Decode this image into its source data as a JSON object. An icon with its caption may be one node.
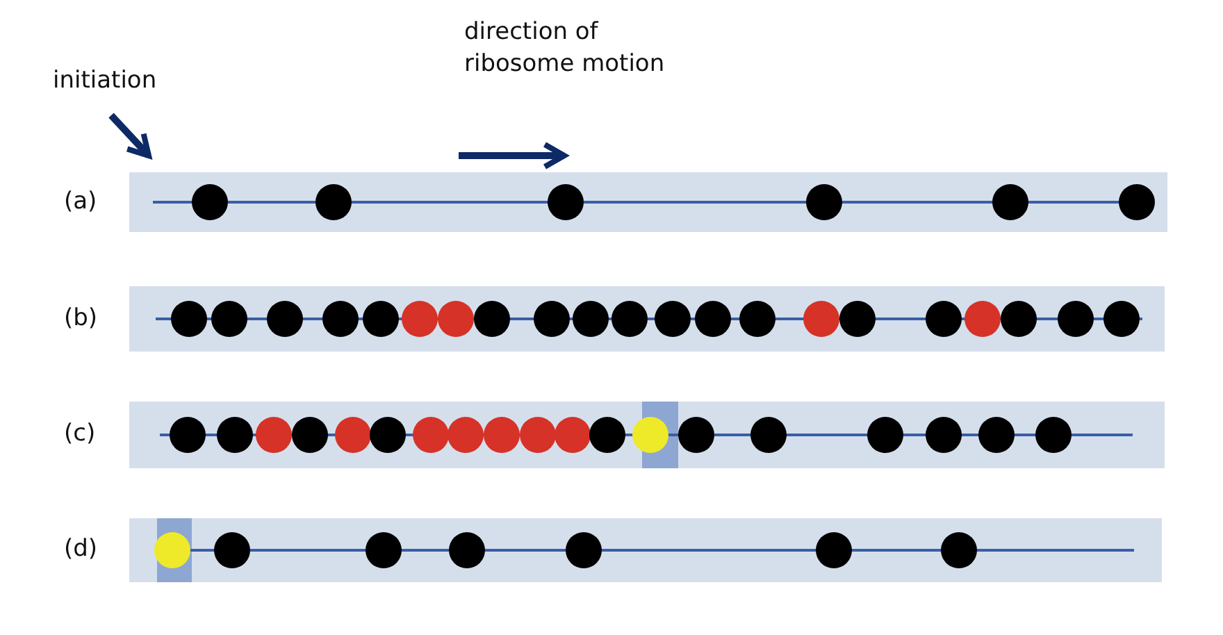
{
  "diagram": {
    "nodes": [
      {
        "text": [
          "initiation"
        ]
      },
      {
        "text": [],
        "shape": "bar",
        "beside": [
          "(a)"
        ]
      },
      {
        "text": [],
        "shape": "bar",
        "beside": [
          "(b)"
        ]
      },
      {
        "text": [],
        "shape": "bar",
        "beside": [
          "(c)"
        ]
      },
      {
        "text": [],
        "shape": "bar",
        "beside": [
          "(d)"
        ]
      }
    ],
    "edges": [
      {
        "from": 0,
        "to": 1,
        "arrow": "to"
      }
    ],
    "labels": [
      "direction of ribosome motion"
    ]
  }
}
